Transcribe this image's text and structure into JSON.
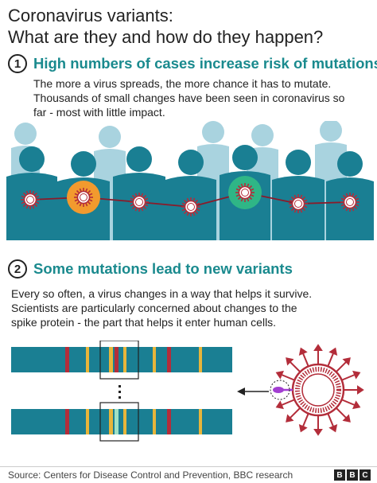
{
  "title_line1": "Coronavirus variants:",
  "title_line2": "What are they and how do they happen?",
  "section1": {
    "number": "1",
    "heading": "High numbers of cases increase risk of mutations",
    "text_line1": "The more a virus spreads, the more chance it has to mutate.",
    "text_line2": "Thousands of small changes have been seen in coronavirus so",
    "text_line3": "far - most with little impact."
  },
  "section2": {
    "number": "2",
    "heading": "Some mutations lead to new variants",
    "text_line1": "Every so often, a virus changes in a way that helps it survive.",
    "text_line2": "Scientists are particularly concerned about changes to the",
    "text_line3": "spike protein - the part that helps it enter human cells."
  },
  "footer": {
    "source": "Source: Centers for Disease Control and Prevention, BBC research",
    "logo_letters": [
      "B",
      "B",
      "C"
    ]
  },
  "colors": {
    "teal_dark": "#1a7f93",
    "teal_light": "#a9d3df",
    "accent_teal": "#1a8a8e",
    "virus_red": "#b32d3a",
    "orange": "#f29a2e",
    "green": "#2fb686",
    "purple": "#a23fd1",
    "gene_yellow": "#e7b53a",
    "gene_mint": "#9fe0c4"
  }
}
